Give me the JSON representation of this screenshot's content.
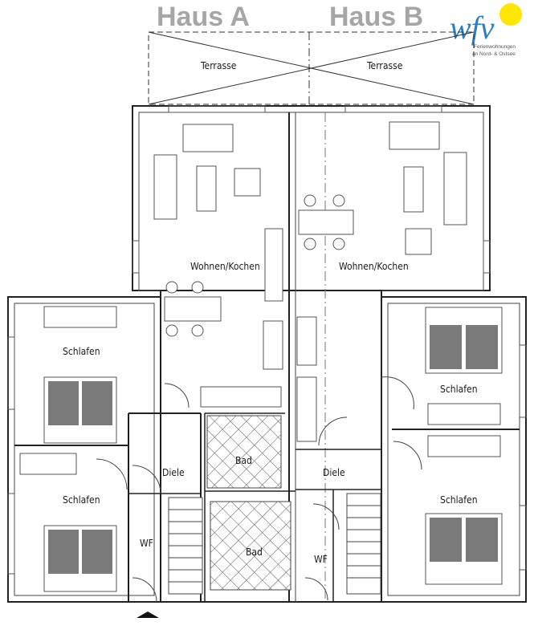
{
  "header": {
    "house_a": "Haus A",
    "house_b": "Haus B"
  },
  "logo": {
    "text": "wfv",
    "tagline_1": "Ferienwohnungen",
    "tagline_2": "an Nord- & Ostsee",
    "text_color": "#2e7fc2",
    "sun_color": "#ffe600"
  },
  "rooms": {
    "terrasse_a": "Terrasse",
    "terrasse_b": "Terrasse",
    "wohnen_a": "Wohnen/Kochen",
    "wohnen_b": "Wohnen/Kochen",
    "schlafen_a1": "Schlafen",
    "schlafen_a2": "Schlafen",
    "schlafen_b1": "Schlafen",
    "schlafen_b2": "Schlafen",
    "diele_a": "Diele",
    "diele_b": "Diele",
    "bad_a": "Bad",
    "bad_b": "Bad",
    "wc_a": "WF",
    "wc_b": "WF"
  }
}
